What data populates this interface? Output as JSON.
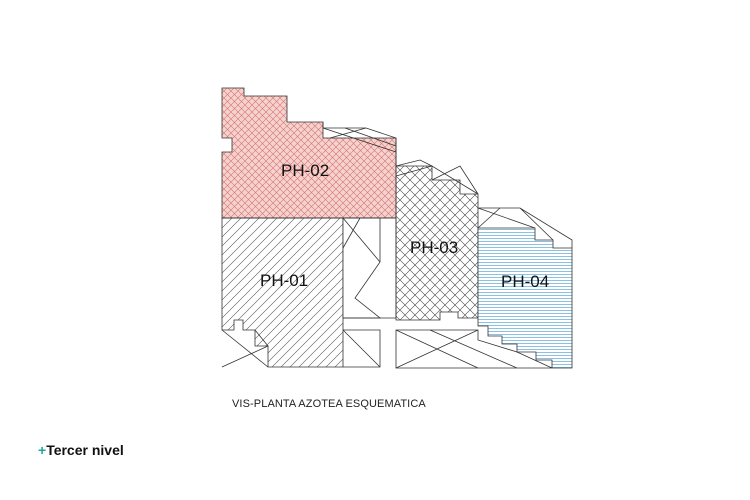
{
  "units": [
    {
      "id": "ph01",
      "label": "PH-01"
    },
    {
      "id": "ph02",
      "label": "PH-02"
    },
    {
      "id": "ph03",
      "label": "PH-03"
    },
    {
      "id": "ph04",
      "label": "PH-04"
    }
  ],
  "caption": "VIS-PLANTA AZOTEA ESQUEMATICA",
  "brand": {
    "prefix": "+",
    "name": "Tercer nivel"
  },
  "colors": {
    "ph02_fill": "#f2c9c6",
    "ph02_hatch": "#d9726b",
    "ph04_hatch": "#5aa6d8",
    "line": "#333333",
    "accent": "#1fa89a"
  }
}
